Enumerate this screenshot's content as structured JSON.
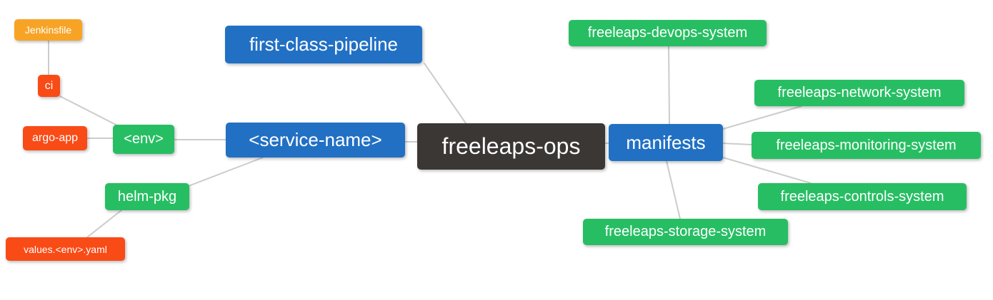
{
  "diagram": {
    "type": "mindmap",
    "root_label": "freeleaps-ops",
    "palette": {
      "root_bg": "#3B3735",
      "branch_bg": "#2170C4",
      "leaf_green_bg": "#27BE63",
      "leaf_red_bg": "#F94B16",
      "leaf_amber_bg": "#F7A426",
      "text": "#FFFFFF",
      "edge_line": "#CCCCCC",
      "background": "#FFFFFF"
    },
    "nodes": [
      {
        "id": "jenkinsfile",
        "label": "Jenkinsfile",
        "parent": "ci",
        "color": "amber"
      },
      {
        "id": "ci",
        "label": "ci",
        "parent": "env",
        "color": "red"
      },
      {
        "id": "argo-app",
        "label": "argo-app",
        "parent": "env",
        "color": "red"
      },
      {
        "id": "env",
        "label": "<env>",
        "parent": "service-name",
        "color": "green"
      },
      {
        "id": "helm-pkg",
        "label": "helm-pkg",
        "parent": "service-name",
        "color": "green"
      },
      {
        "id": "values-env-yaml",
        "label": "values.<env>.yaml",
        "parent": "helm-pkg",
        "color": "red"
      },
      {
        "id": "first-class-pipeline",
        "label": "first-class-pipeline",
        "parent": "freeleaps-ops",
        "color": "blue"
      },
      {
        "id": "service-name",
        "label": "<service-name>",
        "parent": "freeleaps-ops",
        "color": "blue"
      },
      {
        "id": "freeleaps-ops",
        "label": "freeleaps-ops",
        "parent": null,
        "color": "dark"
      },
      {
        "id": "manifests",
        "label": "manifests",
        "parent": "freeleaps-ops",
        "color": "blue"
      },
      {
        "id": "freeleaps-devops-system",
        "label": "freeleaps-devops-system",
        "parent": "manifests",
        "color": "green"
      },
      {
        "id": "freeleaps-network-system",
        "label": "freeleaps-network-system",
        "parent": "manifests",
        "color": "green"
      },
      {
        "id": "freeleaps-monitoring-system",
        "label": "freeleaps-monitoring-system",
        "parent": "manifests",
        "color": "green"
      },
      {
        "id": "freeleaps-controls-system",
        "label": "freeleaps-controls-system",
        "parent": "manifests",
        "color": "green"
      },
      {
        "id": "freeleaps-storage-system",
        "label": "freeleaps-storage-system",
        "parent": "manifests",
        "color": "green"
      }
    ]
  }
}
